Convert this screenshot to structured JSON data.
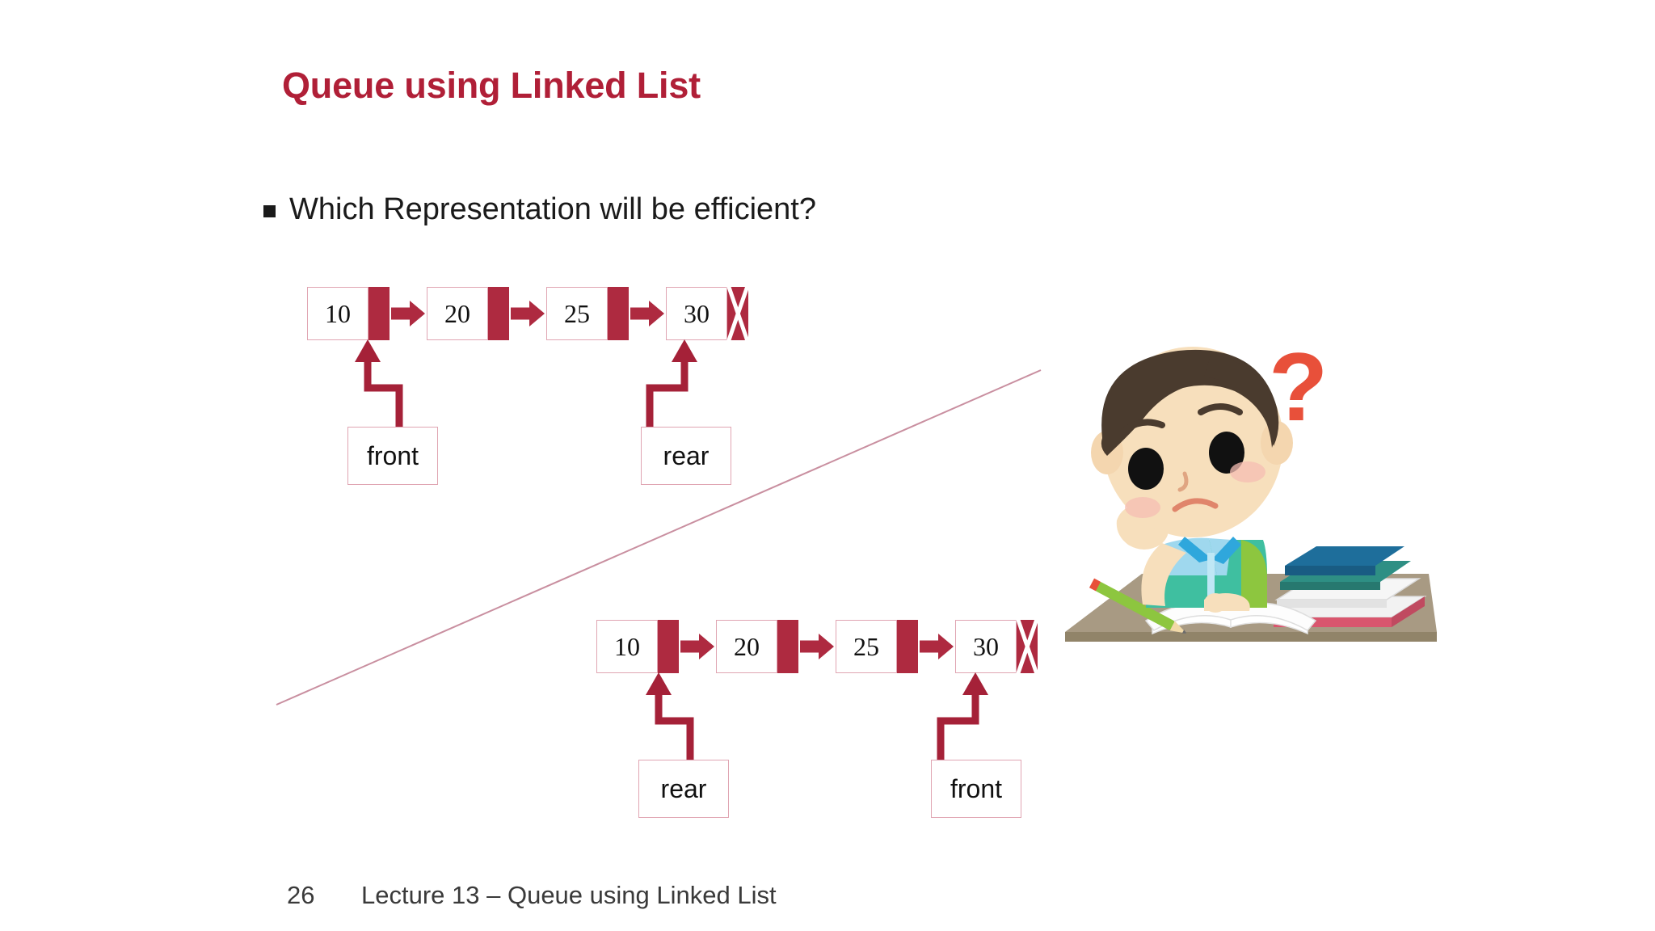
{
  "slide": {
    "title": "Queue using Linked List",
    "title_color": "#B01F37",
    "background": "#ffffff",
    "accent_color": "#AE2A40",
    "node_border_color": "#E0A5B2",
    "divider_color": "#C98FA0"
  },
  "bullet": {
    "marker": "square-bullet",
    "text": "Which Representation will be efficient?"
  },
  "diagrams": [
    {
      "id": "representation-a",
      "nodes": [
        {
          "value": "10",
          "link": "arrow"
        },
        {
          "value": "20",
          "link": "arrow"
        },
        {
          "value": "25",
          "link": "arrow"
        },
        {
          "value": "30",
          "link": "null"
        }
      ],
      "pointers": [
        {
          "label": "front",
          "target_node": "10"
        },
        {
          "label": "rear",
          "target_node": "30"
        }
      ]
    },
    {
      "id": "representation-b",
      "nodes": [
        {
          "value": "10",
          "link": "arrow"
        },
        {
          "value": "20",
          "link": "arrow"
        },
        {
          "value": "25",
          "link": "arrow"
        },
        {
          "value": "30",
          "link": "null"
        }
      ],
      "pointers": [
        {
          "label": "rear",
          "target_node": "10"
        },
        {
          "label": "front",
          "target_node": "30"
        }
      ]
    }
  ],
  "illustration": {
    "name": "thinking-student-at-desk",
    "question_mark": "?",
    "colors": {
      "hair": "#4A3B2E",
      "skin": "#F7DFBC",
      "shirt": "#3FBFA0",
      "collar": "#2FA7DC",
      "desk": "#A89A83",
      "question": "#E8503A",
      "book_top": "#1E6E9B",
      "book_bottom": "#D7566E",
      "pencil": "#8DC63F"
    }
  },
  "footer": {
    "page_number": "26",
    "text": "Lecture 13 – Queue using Linked List"
  }
}
